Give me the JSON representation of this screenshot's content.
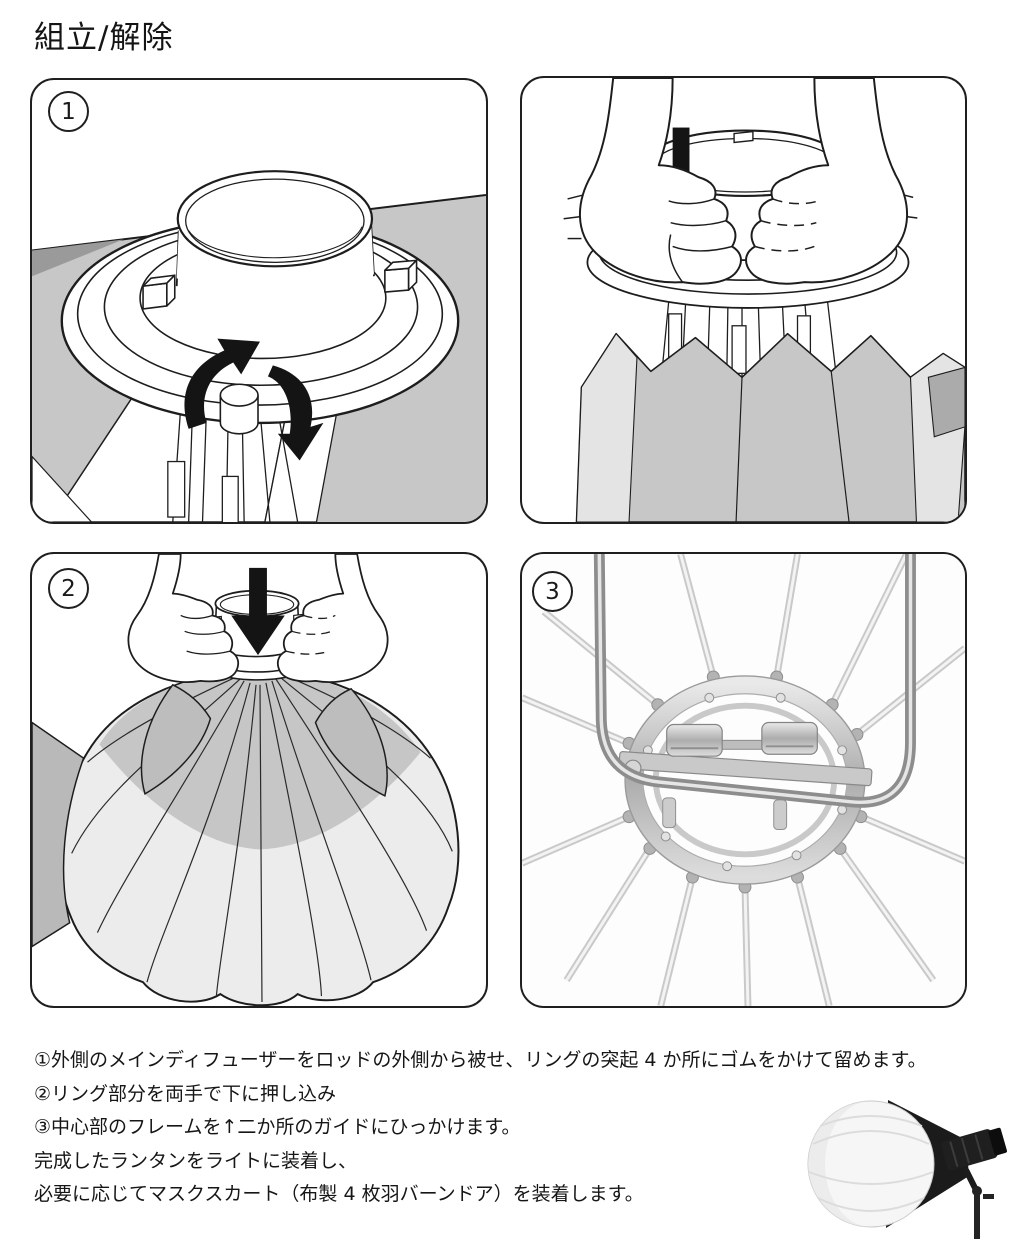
{
  "page": {
    "title": "組立/解除"
  },
  "panels": {
    "p1": {
      "badge": "1"
    },
    "p2": {
      "badge": ""
    },
    "p3": {
      "badge": "2"
    },
    "p4": {
      "badge": "3"
    }
  },
  "instructions": {
    "lines": [
      "①外側のメインディフューザーをロッドの外側から被せ、リングの突起 4 か所にゴムをかけて留めます。",
      "②リング部分を両手で下に押し込み",
      "③中心部のフレームを↑二か所のガイドにひっかけます。",
      "完成したランタンをライトに装着し、",
      "必要に応じてマスクスカート（布製 4 枚羽バーンドア）を装着します。"
    ]
  },
  "icons": {
    "rotate_arrows": "curved-cw-rotation-arrows",
    "down_arrow": "solid-down-arrow"
  },
  "colors": {
    "line": "#1d1d1d",
    "arrow": "#141414",
    "fabric_gray": "#c7c7c7",
    "fabric_light": "#e6e6e6",
    "metal_gray": "#b0b0b0",
    "photo_black": "#1b1b1b"
  }
}
